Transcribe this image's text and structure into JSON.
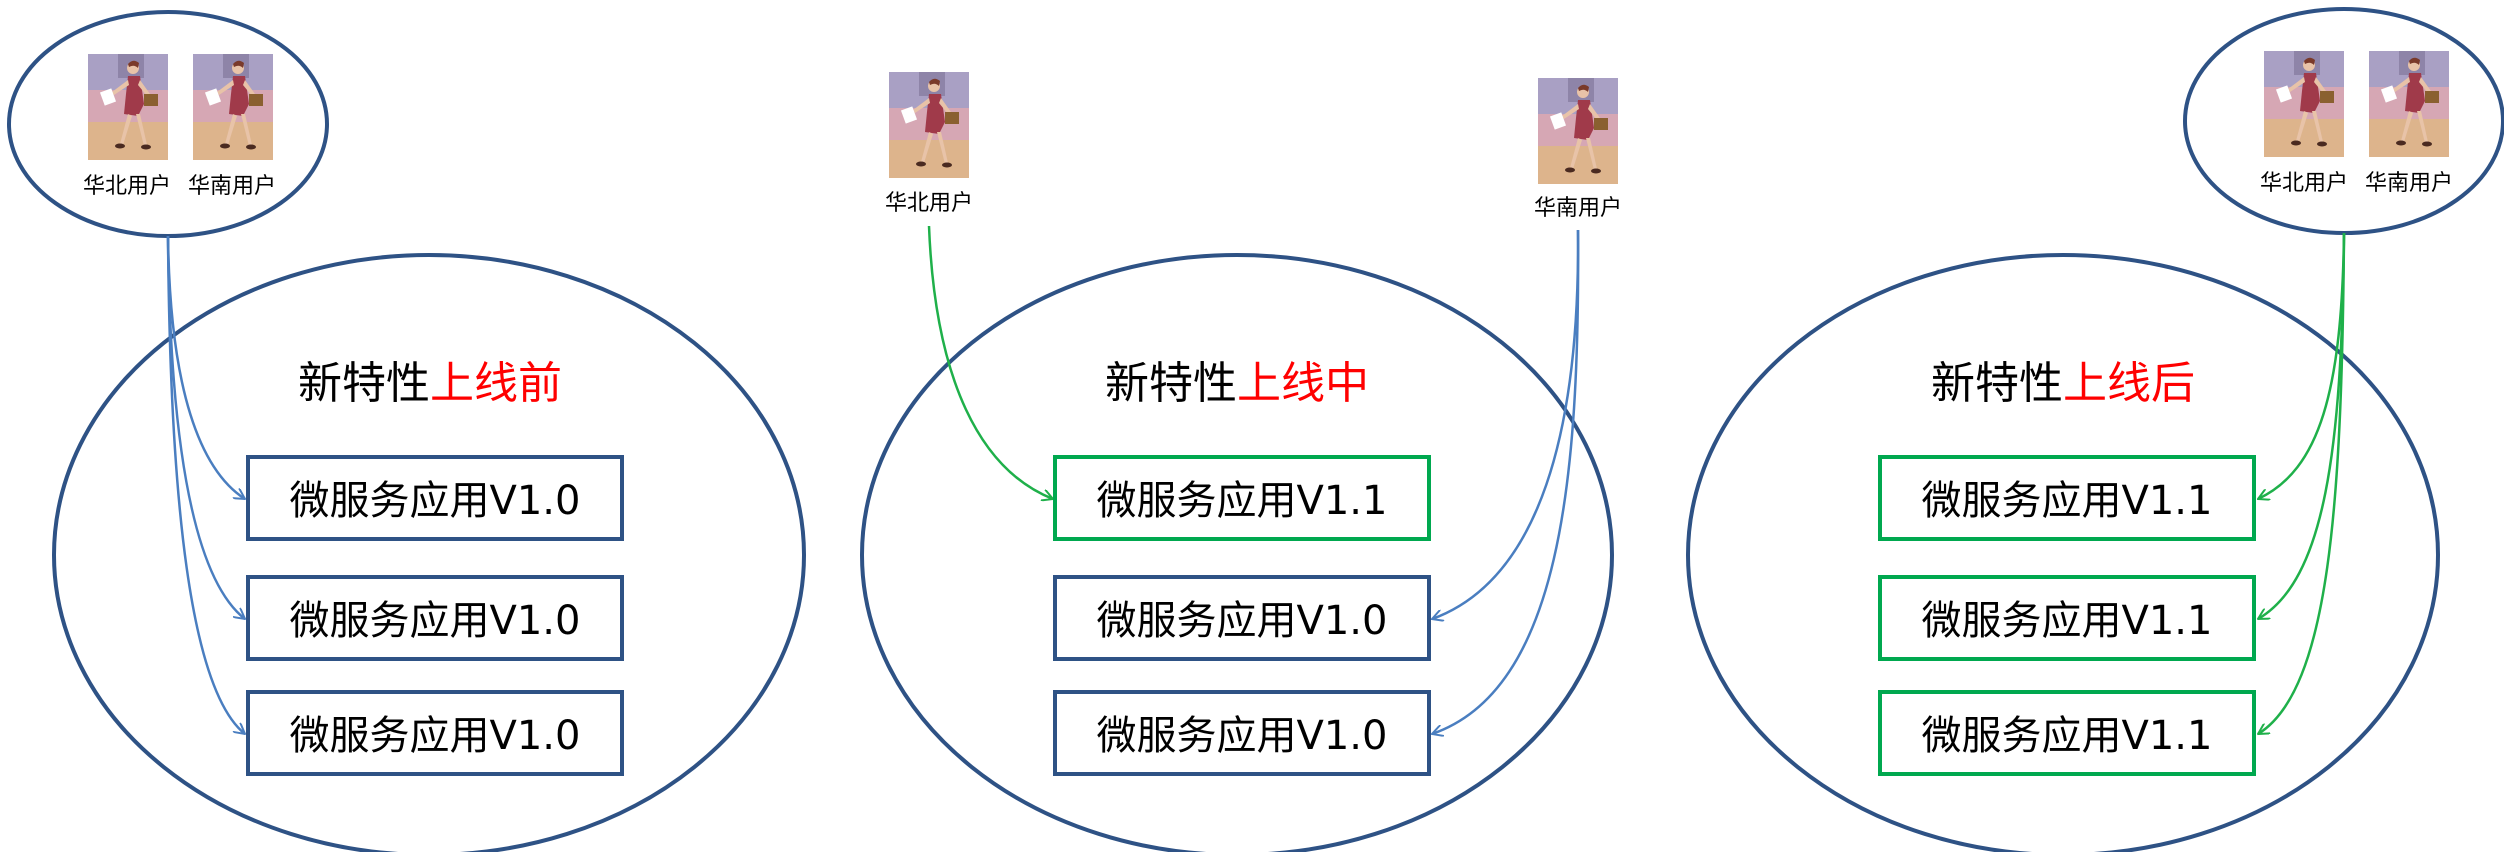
{
  "panels": [
    {
      "title_prefix": "新特性",
      "title_suffix": "上线前",
      "boxes": [
        "微服务应用V1.0",
        "微服务应用V1.0",
        "微服务应用V1.0"
      ],
      "box_states": [
        "old",
        "old",
        "old"
      ],
      "users": [
        {
          "label": "华北用户",
          "icon": "walking-user-icon"
        },
        {
          "label": "华南用户",
          "icon": "walking-user-icon"
        }
      ]
    },
    {
      "title_prefix": "新特性",
      "title_suffix": "上线中",
      "boxes": [
        "微服务应用V1.1",
        "微服务应用V1.0",
        "微服务应用V1.0"
      ],
      "box_states": [
        "new",
        "old",
        "old"
      ],
      "users": [
        {
          "label": "华北用户",
          "icon": "walking-user-icon"
        },
        {
          "label": "华南用户",
          "icon": "walking-user-icon"
        }
      ]
    },
    {
      "title_prefix": "新特性",
      "title_suffix": "上线后",
      "boxes": [
        "微服务应用V1.1",
        "微服务应用V1.1",
        "微服务应用V1.1"
      ],
      "box_states": [
        "new",
        "new",
        "new"
      ],
      "users": [
        {
          "label": "华北用户",
          "icon": "walking-user-icon"
        },
        {
          "label": "华南用户",
          "icon": "walking-user-icon"
        }
      ]
    }
  ],
  "colors": {
    "old": "#2e5285",
    "new": "#00a84f",
    "ellipse": "#2e5285",
    "title_accent": "#ff0000",
    "old_arrow": "#4a7ec0",
    "new_arrow": "#1fb04a"
  }
}
